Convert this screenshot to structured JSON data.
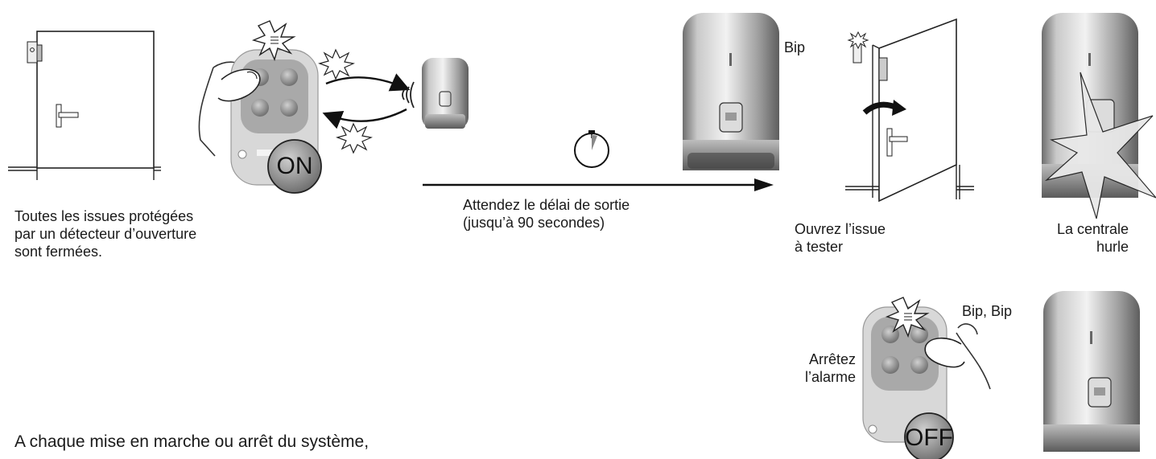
{
  "step1": {
    "caption_lines": [
      "Toutes les issues protégées",
      "par un détecteur d’ouverture",
      "sont fermées."
    ]
  },
  "remote_on": {
    "label": "ON"
  },
  "wait": {
    "line1": "Attendez le délai de sortie",
    "line2": "(jusqu’à 90 secondes)"
  },
  "siren_top": {
    "sound": "Bip"
  },
  "open_door": {
    "line1": "Ouvrez l’issue",
    "line2": "à tester"
  },
  "alarm": {
    "line1": "La centrale",
    "line2": "hurle"
  },
  "stop": {
    "line1": "Arrêtez",
    "line2": "l’alarme",
    "sound": "Bip, Bip"
  },
  "remote_off": {
    "label": "OFF"
  },
  "footer": {
    "text": "A chaque mise en marche ou arrêt du système,"
  }
}
